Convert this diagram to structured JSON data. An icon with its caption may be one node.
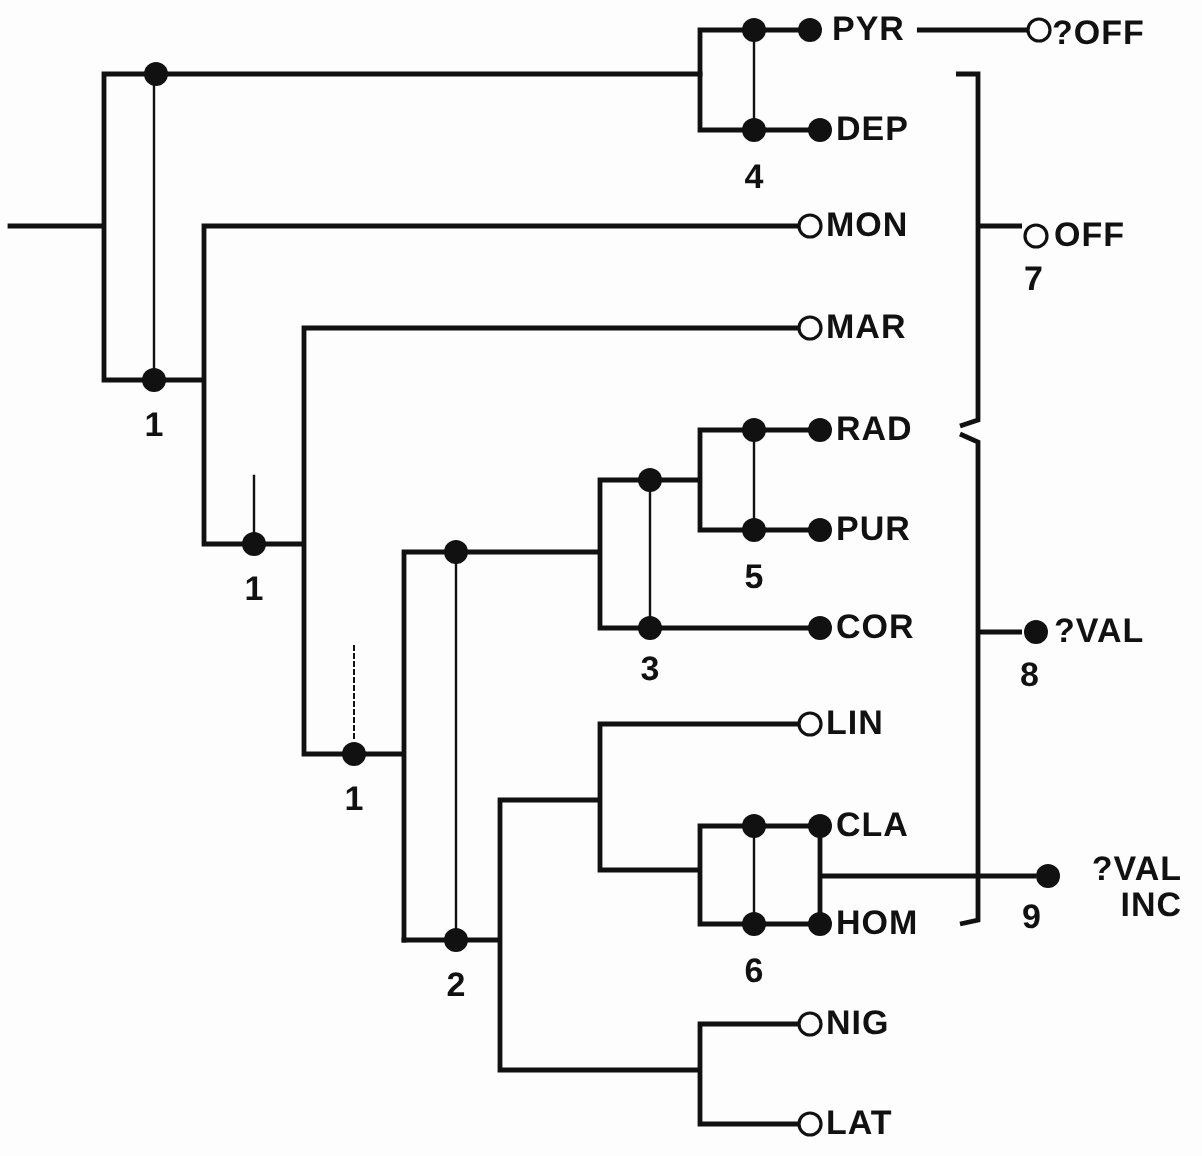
{
  "diagram": {
    "nodes": [
      {
        "text": [
          "PYR"
        ]
      },
      {
        "text": [
          "?OFF"
        ]
      },
      {
        "text": [
          "DEP"
        ]
      },
      {
        "text": [
          "MON"
        ]
      },
      {
        "text": [
          "OFF"
        ],
        "beside": [
          "7"
        ]
      },
      {
        "text": [
          "MAR"
        ]
      },
      {
        "text": [
          "RAD"
        ]
      },
      {
        "text": [
          "PUR"
        ]
      },
      {
        "text": [
          "COR"
        ]
      },
      {
        "text": [
          "?VAL"
        ],
        "beside": [
          "8"
        ]
      },
      {
        "text": [
          "LIN"
        ]
      },
      {
        "text": [
          "CLA"
        ]
      },
      {
        "text": [
          "HOM"
        ]
      },
      {
        "text": [
          "?VAL INC"
        ],
        "beside": [
          "9"
        ]
      },
      {
        "text": [
          "NIG"
        ]
      },
      {
        "text": [
          "LAT"
        ]
      }
    ],
    "edges": [
      {
        "from": 0,
        "to": 1,
        "arrow": "other"
      },
      {
        "from": 12,
        "to": 13,
        "arrow": "other"
      }
    ],
    "labels": [
      "4",
      "1",
      "1",
      "5",
      "3",
      "1",
      "6",
      "2"
    ]
  }
}
